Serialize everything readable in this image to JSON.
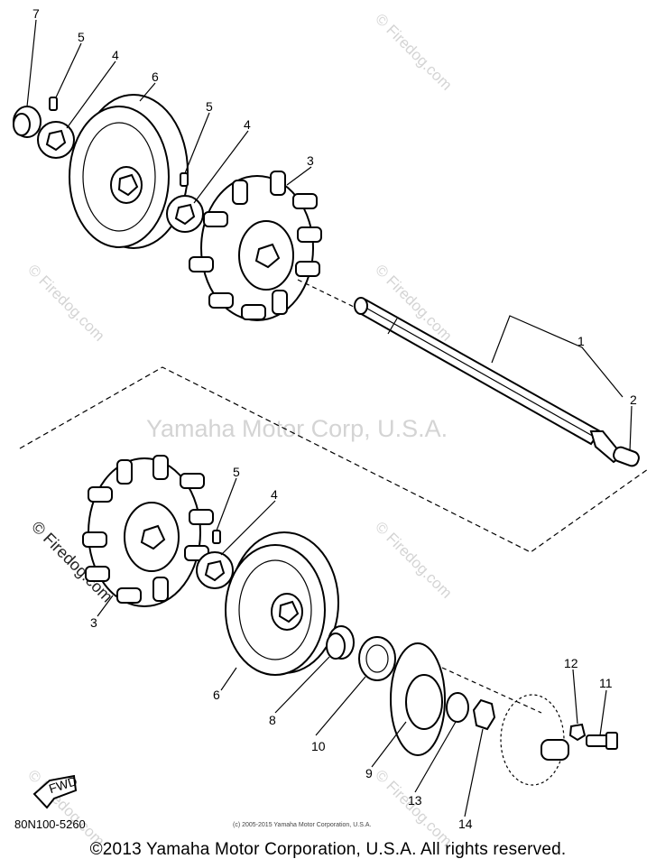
{
  "watermark_main": "Yamaha Motor Corp, U.S.A.",
  "watermark_site": "© Firedog.com",
  "callouts": {
    "p1": "1",
    "p2": "2",
    "p3a": "3",
    "p3b": "3",
    "p4a": "4",
    "p4b": "4",
    "p4c": "4",
    "p5a": "5",
    "p5b": "5",
    "p5c": "5",
    "p6a": "6",
    "p6b": "6",
    "p7": "7",
    "p8": "8",
    "p9": "9",
    "p10": "10",
    "p11": "11",
    "p12": "12",
    "p13": "13",
    "p14": "14"
  },
  "fwd_label": "FWD",
  "diagram_code": "80N100-5260",
  "small_copyright": "(c) 2005-2015 Yamaha Motor Corporation, U.S.A.",
  "footer_copyright": "©2013 Yamaha Motor Corporation, U.S.A. All rights reserved."
}
